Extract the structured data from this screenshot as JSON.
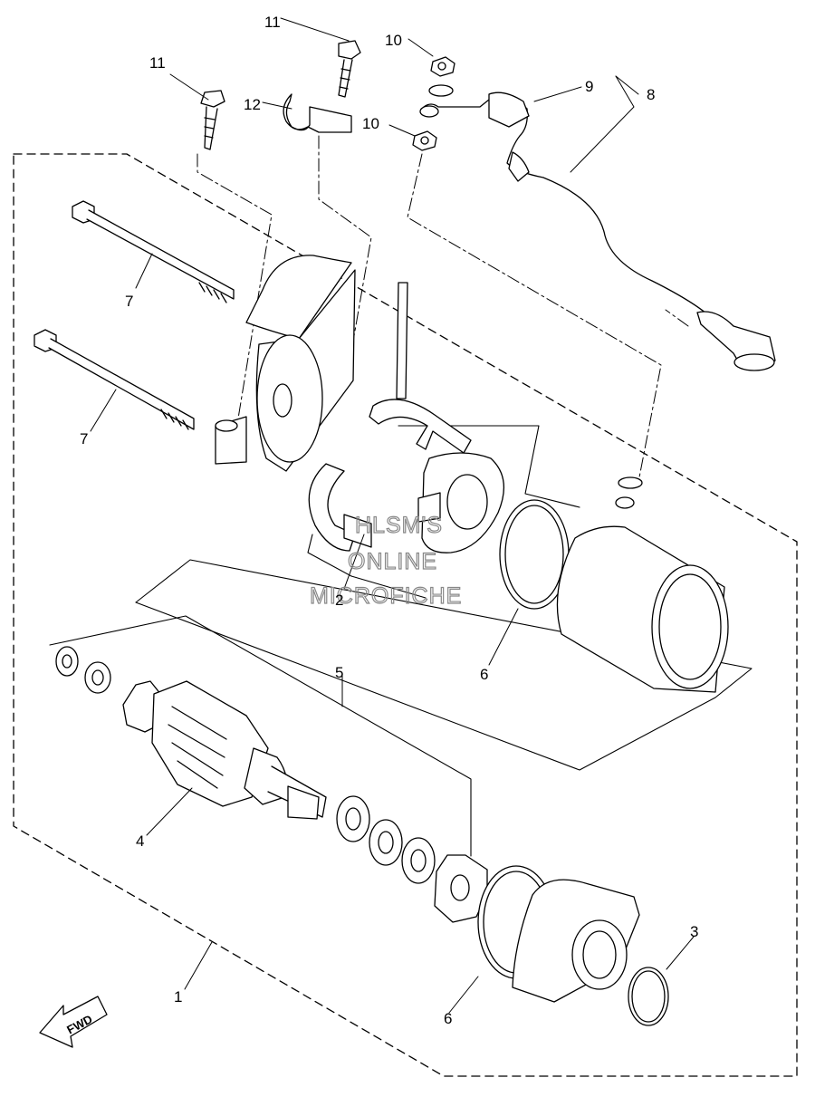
{
  "callouts": {
    "c1": "1",
    "c2": "2",
    "c3": "3",
    "c4": "4",
    "c5": "5",
    "c6a": "6",
    "c6b": "6",
    "c7a": "7",
    "c7b": "7",
    "c8": "8",
    "c9": "9",
    "c10a": "10",
    "c10b": "10",
    "c11a": "11",
    "c11b": "11",
    "c12": "12"
  },
  "watermark": {
    "line1": "HLSM'S",
    "line2": "ONLINE",
    "line3": "MICROFICHE"
  },
  "direction_arrow": {
    "label": "FWD"
  }
}
